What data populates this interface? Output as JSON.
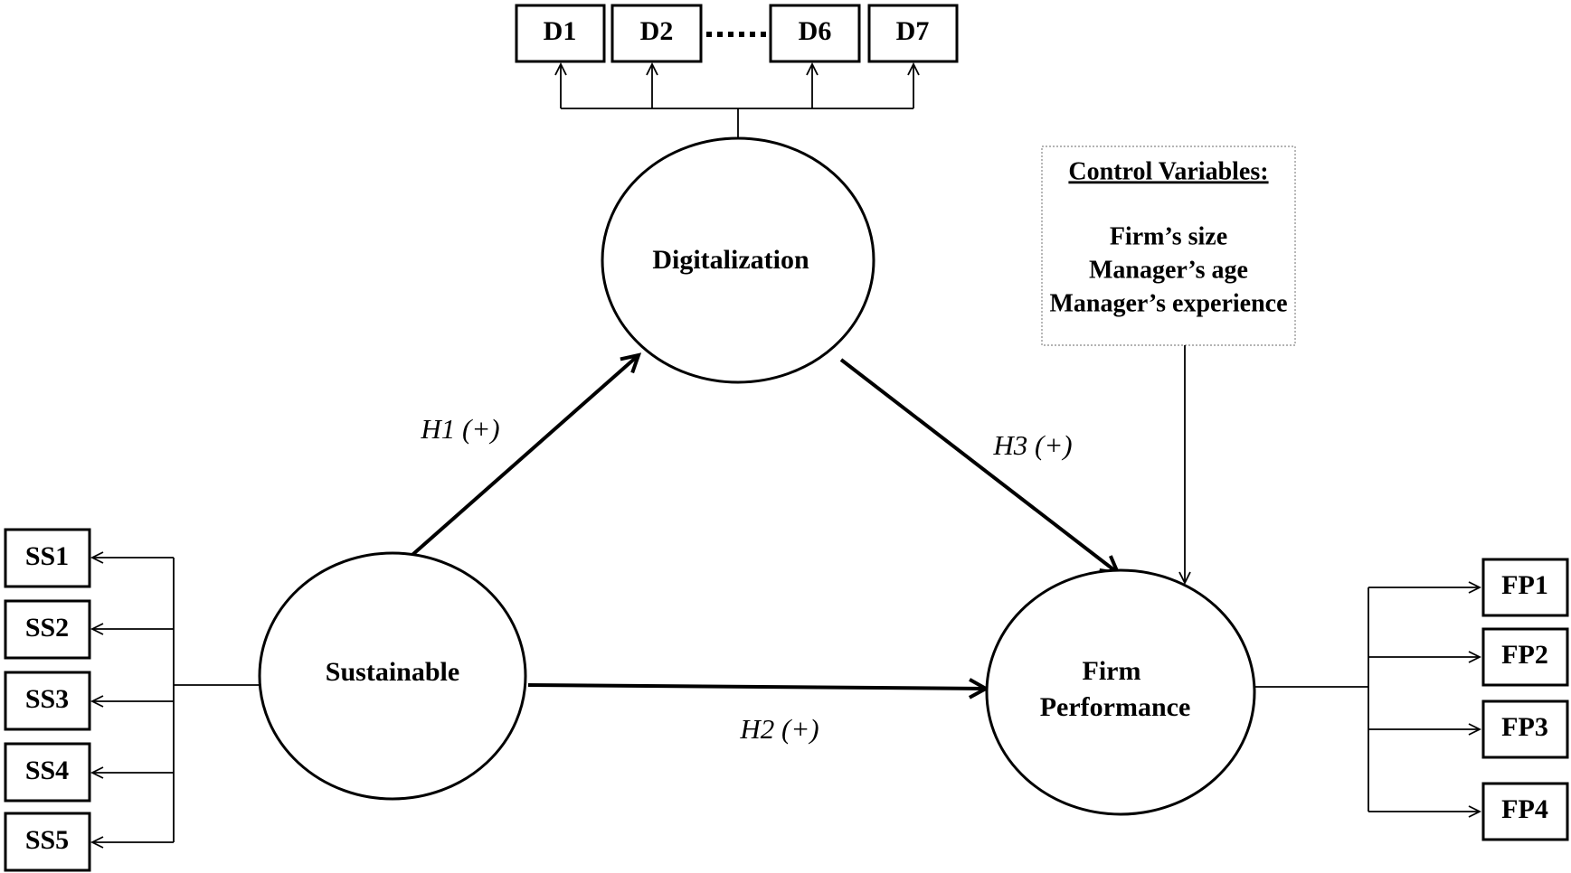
{
  "constructs": {
    "digitalization": "Digitalization",
    "sustainable": "Sustainable",
    "firm_performance_line1": "Firm",
    "firm_performance_line2": "Performance"
  },
  "hypotheses": {
    "h1": "H1 (+)",
    "h2": "H2 (+)",
    "h3": "H3 (+)"
  },
  "control_variables": {
    "heading": "Control Variables:",
    "items": [
      "Firm’s size",
      "Manager’s age",
      "Manager’s experience"
    ]
  },
  "indicators": {
    "digitalization": [
      "D1",
      "D2",
      "D6",
      "D7"
    ],
    "sustainable": [
      "SS1",
      "SS2",
      "SS3",
      "SS4",
      "SS5"
    ],
    "firm_performance": [
      "FP1",
      "FP2",
      "FP3",
      "FP4"
    ]
  }
}
